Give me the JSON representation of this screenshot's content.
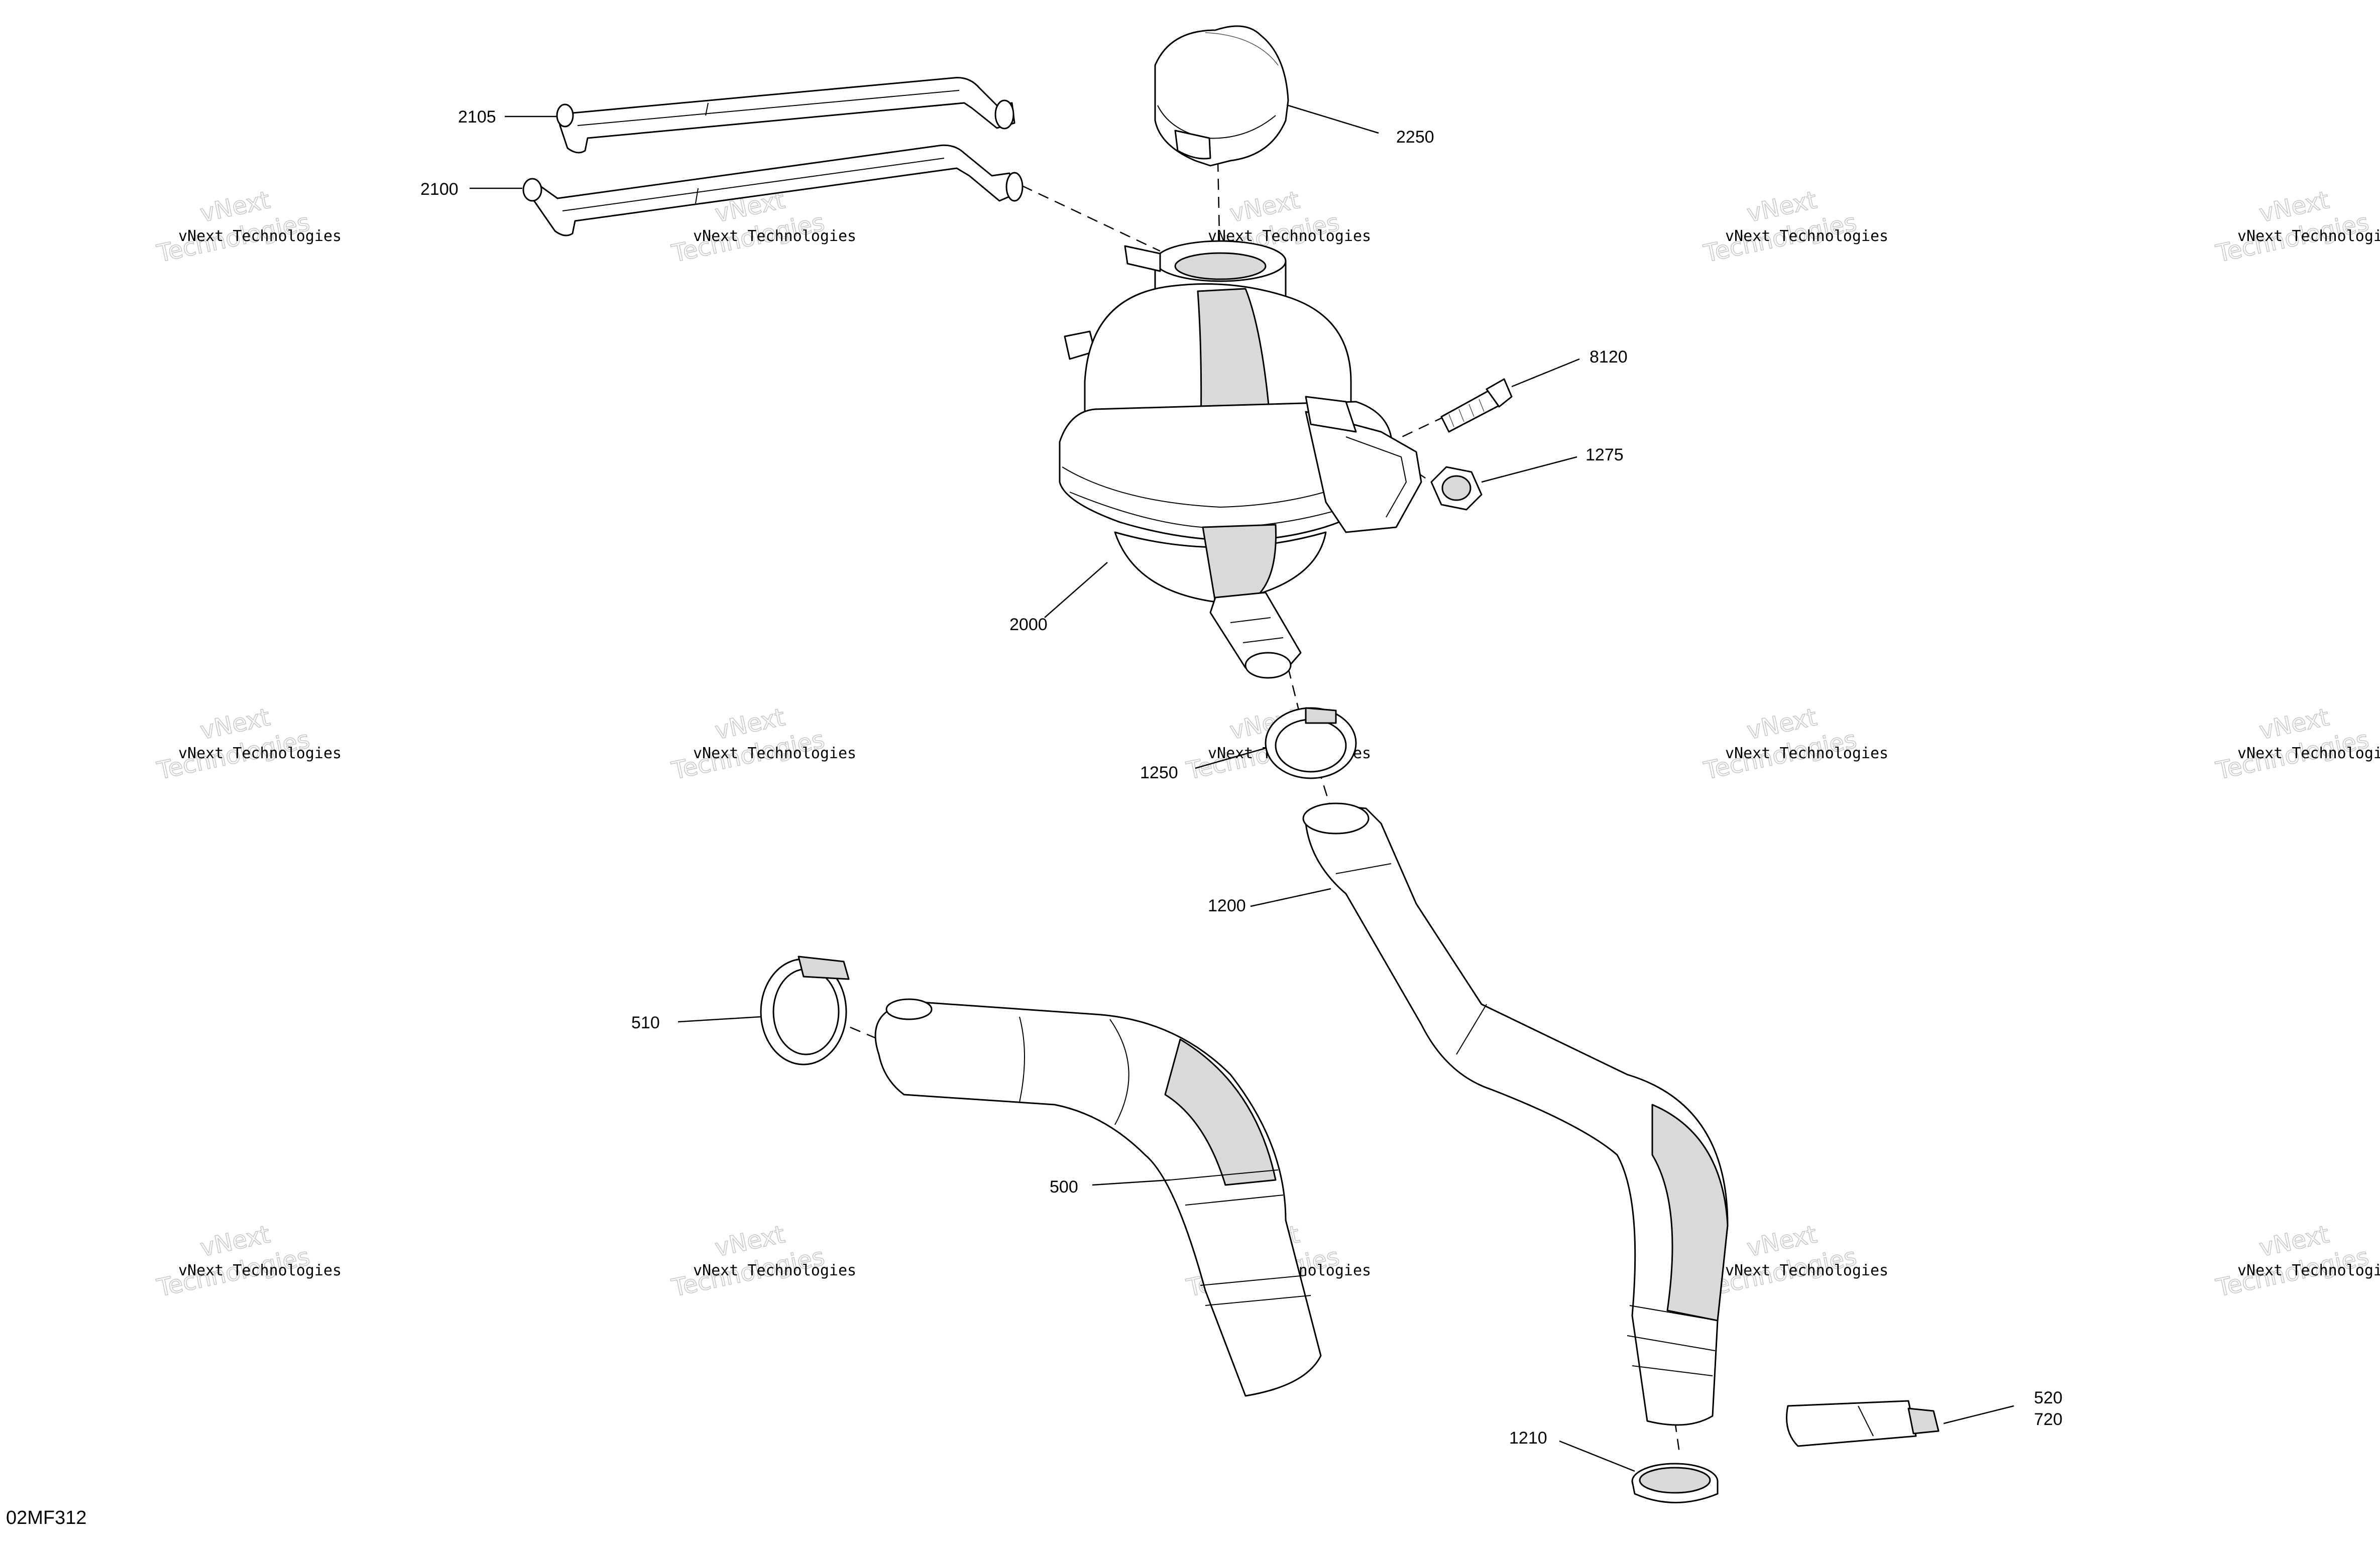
{
  "drawing_code": "02MF312",
  "watermark": {
    "small_text": "vNext Technologies",
    "big_line1": "vNext",
    "big_line2": "Technologies"
  },
  "callouts": {
    "c2105": "2105",
    "c2100": "2100",
    "c2250": "2250",
    "c8120": "8120",
    "c1275": "1275",
    "c2000": "2000",
    "c1250": "1250",
    "c1200": "1200",
    "c510": "510",
    "c500": "500",
    "c520": "520",
    "c720": "720",
    "c1210": "1210"
  }
}
